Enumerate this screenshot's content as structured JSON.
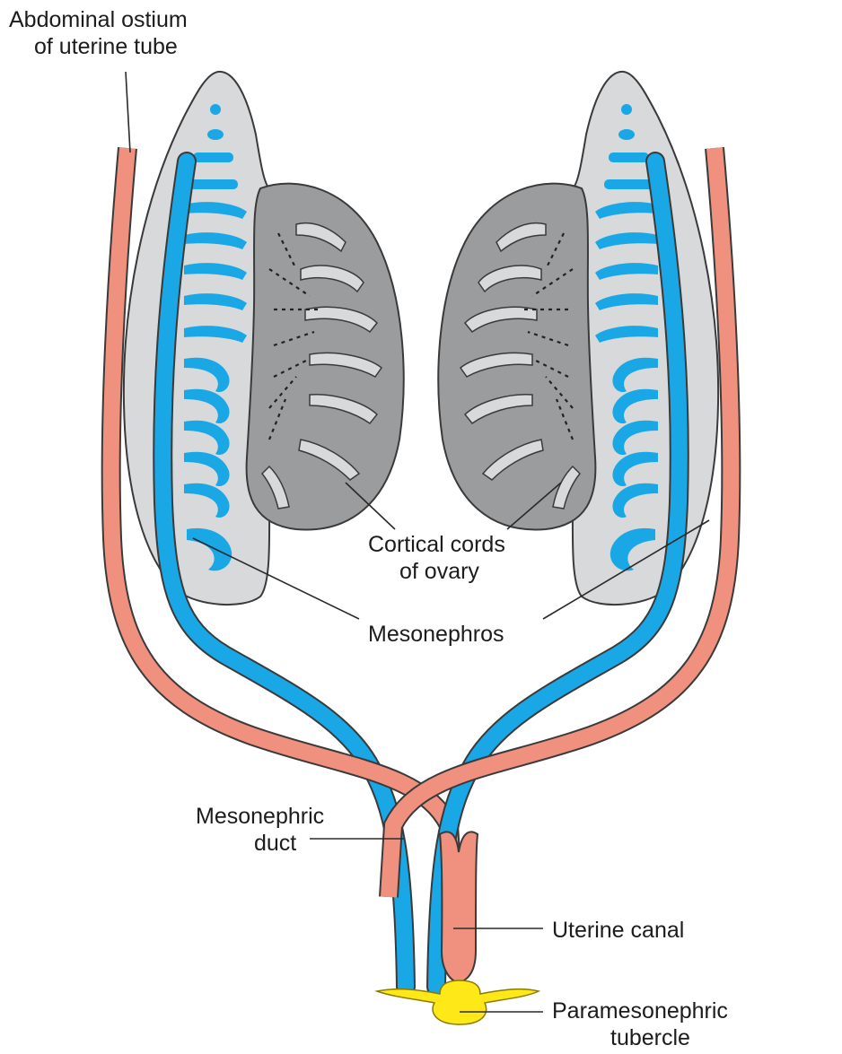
{
  "labels": {
    "abdominal_ostium": [
      "Abdominal ostium",
      "of uterine tube"
    ],
    "cortical_cords": [
      "Cortical cords",
      "of ovary"
    ],
    "mesonephros": "Mesonephros",
    "mesonephric_duct": [
      "Mesonephric",
      "duct"
    ],
    "uterine_canal": "Uterine canal",
    "paramesonephric_tubercle": [
      "Paramesonephric",
      "tubercle"
    ]
  },
  "colors": {
    "mesonephros_fill": "#d8d9db",
    "ovary_fill": "#9b9c9e",
    "mesonephric_duct": "#1aa7e6",
    "paramesonephric_duct": "#f0907e",
    "tubercle": "#ffe817",
    "outline": "#3a3a3a",
    "text": "#1c1c1c"
  }
}
